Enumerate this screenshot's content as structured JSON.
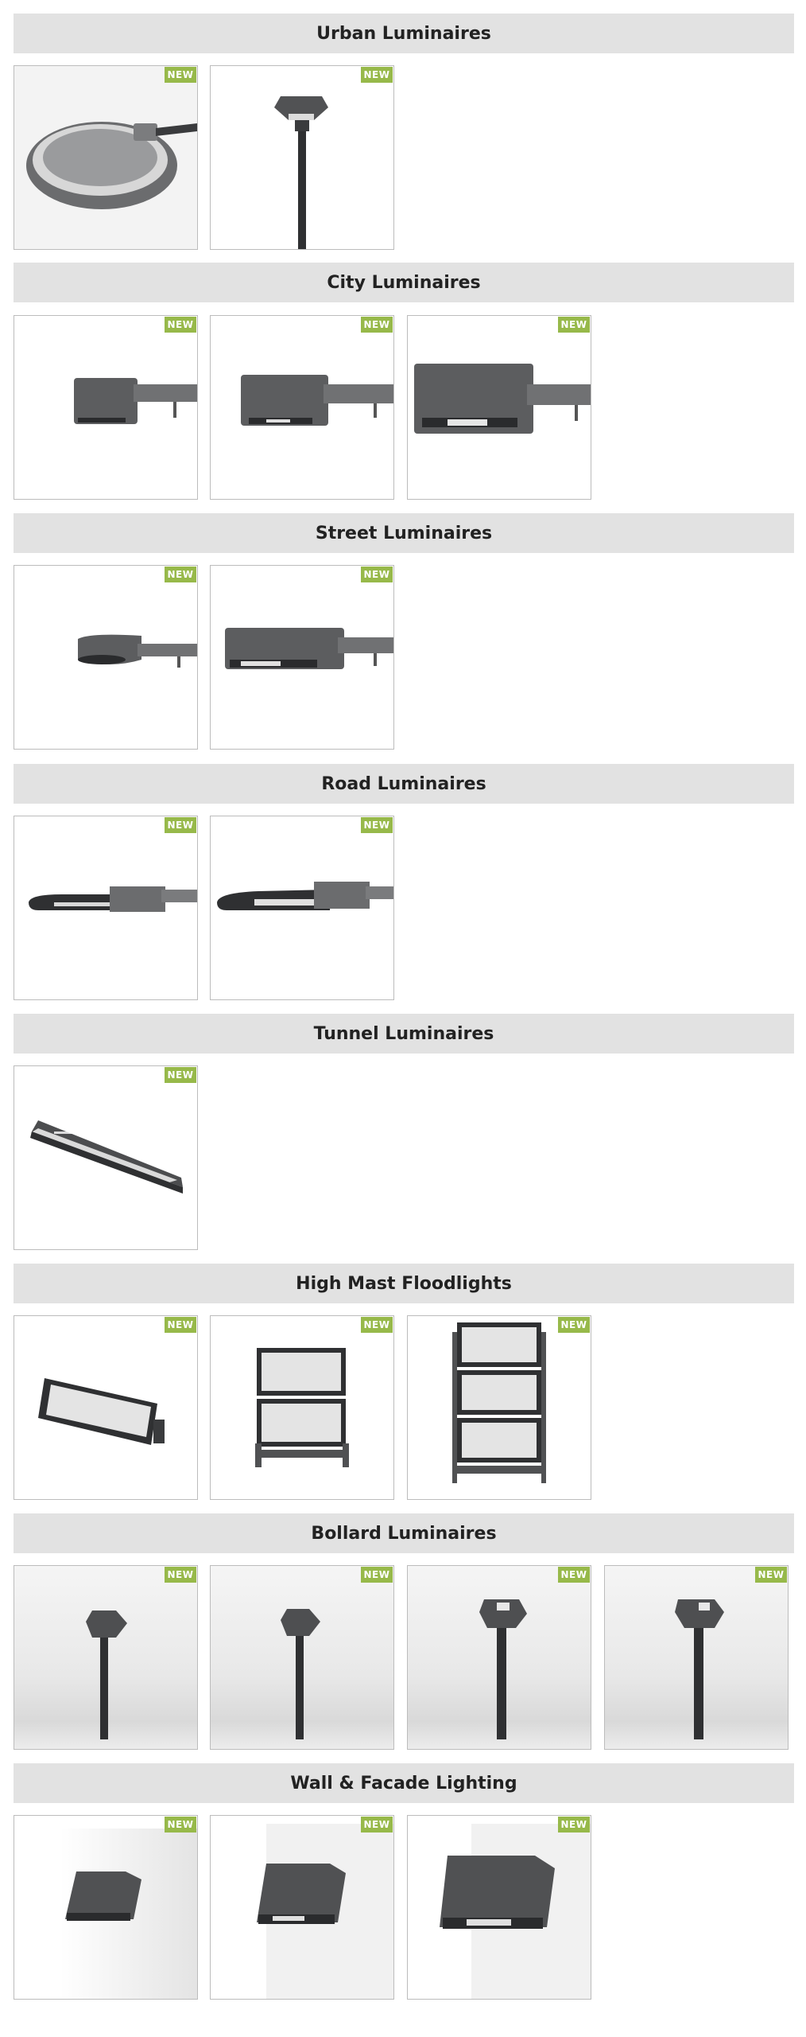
{
  "badge_label": "NEW",
  "colors": {
    "badge": "#97b94a",
    "header_bg": "#e2e2e2",
    "card_border": "#bcbcbc",
    "fixture": "#5a5b5d"
  },
  "sections": [
    {
      "title": "Urban Luminaires",
      "items": [
        "urban-1",
        "urban-2"
      ]
    },
    {
      "title": "City Luminaires",
      "items": [
        "city-1",
        "city-2",
        "city-3"
      ]
    },
    {
      "title": "Street Luminaires",
      "items": [
        "street-1",
        "street-2"
      ]
    },
    {
      "title": "Road Luminaires",
      "items": [
        "road-1",
        "road-2"
      ]
    },
    {
      "title": "Tunnel Luminaires",
      "items": [
        "tunnel-1"
      ]
    },
    {
      "title": "High Mast Floodlights",
      "items": [
        "flood-1",
        "flood-2",
        "flood-3"
      ]
    },
    {
      "title": "Bollard Luminaires",
      "items": [
        "bollard-1",
        "bollard-2",
        "bollard-3",
        "bollard-4"
      ]
    },
    {
      "title": "Wall & Facade Lighting",
      "items": [
        "wall-1",
        "wall-2",
        "wall-3"
      ]
    }
  ]
}
